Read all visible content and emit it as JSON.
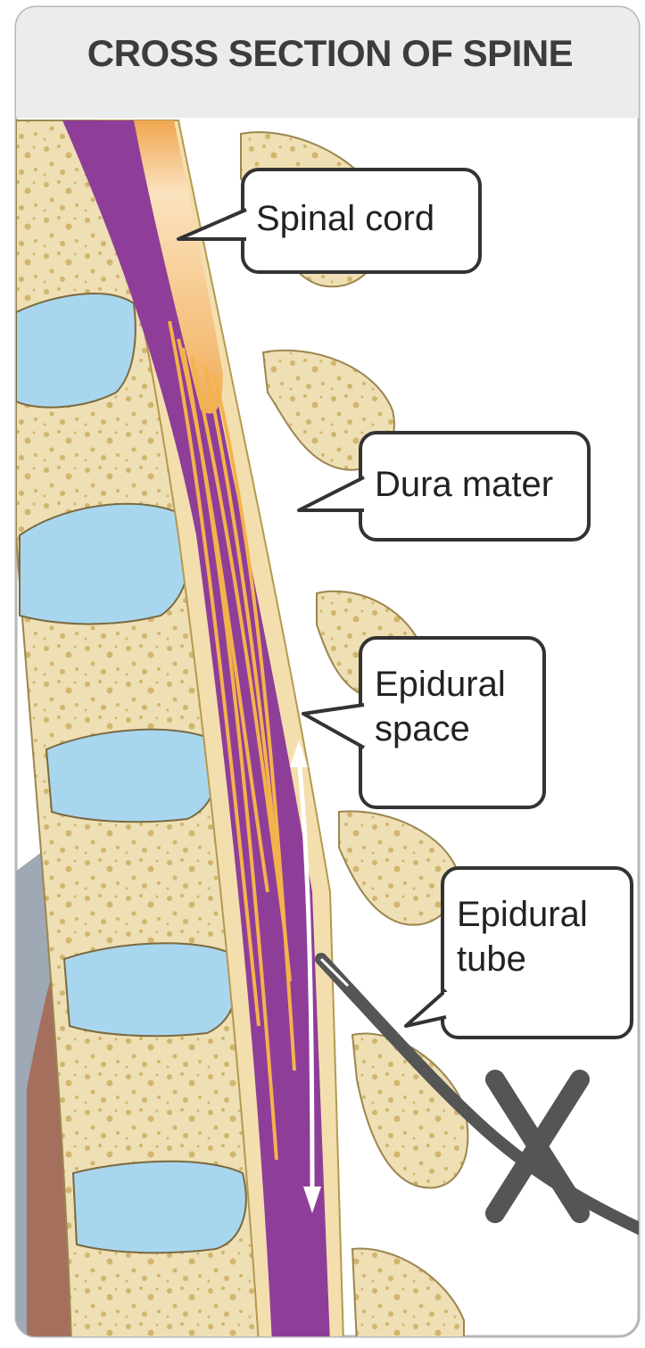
{
  "title": "CROSS SECTION OF SPINE",
  "labels": {
    "spinal_cord": "Spinal cord",
    "dura_mater": "Dura mater",
    "epidural_space": "Epidural\nspace",
    "epidural_tube": "Epidural\ntube"
  },
  "colors": {
    "header_bg": "#ececec",
    "bone": "#eedfb4",
    "bone_spots": "#d2b56e",
    "disc": "#a9d6ef",
    "dura": "#8e3e98",
    "cord": "#f1ad58",
    "nerves": "#f4b24d",
    "muscle": "#a56f5e",
    "tube": "#555555",
    "panel": "#9fa8b5"
  }
}
